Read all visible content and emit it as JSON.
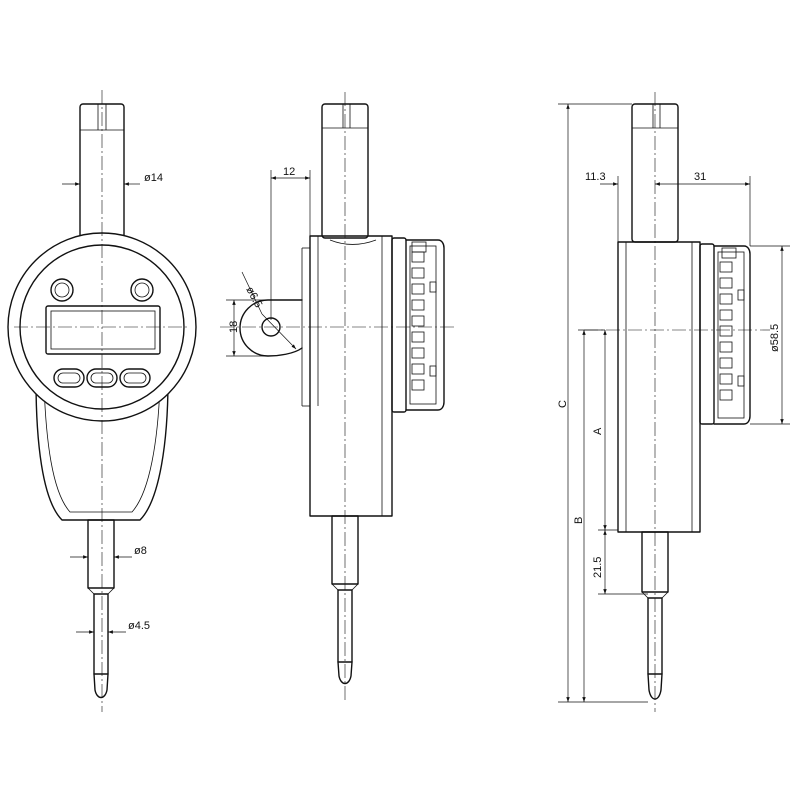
{
  "dimensions": {
    "stem_diameter": "ø14",
    "clamp_offset": "12",
    "lug_hole": "ø6.5",
    "lug_height": "18",
    "side_offset_left": "11.3",
    "side_offset_right": "31",
    "dial_diameter": "ø58.5",
    "overall_length": "C",
    "length_a": "A",
    "length_b": "B",
    "length_215": "21.5",
    "spindle_diameter": "ø8",
    "tip_diameter": "ø4.5"
  }
}
